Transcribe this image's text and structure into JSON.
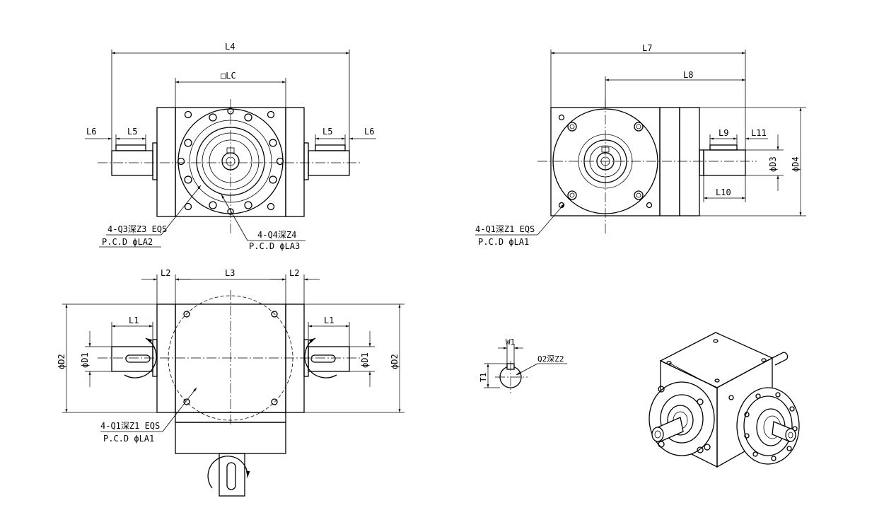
{
  "labels": {
    "L4": "L4",
    "LC": "□LC",
    "L6": "L6",
    "L5": "L5",
    "L7": "L7",
    "L8": "L8",
    "L9": "L9",
    "L11": "L11",
    "L10": "L10",
    "D3": "ϕD3",
    "D4": "ϕD4",
    "L2": "L2",
    "L3": "L3",
    "L1": "L1",
    "D1": "ϕD1",
    "D2": "ϕD2",
    "W1": "W1",
    "T1": "T1",
    "Q2": "Q2深Z2"
  },
  "notes": {
    "front_left_hole": "4-Q3深Z3 EQS",
    "front_left_pcd": "P.C.D ϕLA2",
    "front_right_hole": "4-Q4深Z4",
    "front_right_pcd": "P.C.D ϕLA3",
    "side_hole": "4-Q1深Z1 EQS",
    "side_pcd": "P.C.D ϕLA1",
    "bottom_hole": "4-Q1深Z1 EQS",
    "bottom_pcd": "P.C.D ϕLA1"
  }
}
